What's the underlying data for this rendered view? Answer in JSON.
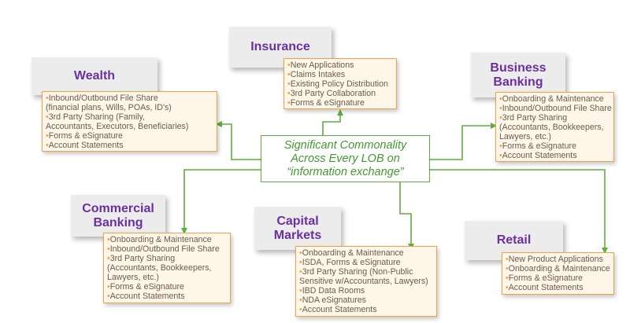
{
  "center": {
    "lines": [
      "Significant Commonality",
      "Across Every LOB on",
      "“information exchange”"
    ]
  },
  "wealth": {
    "title": "Wealth",
    "items": [
      "Inbound/Outbound File Share",
      "(financial plans, Wills, POAs, ID's)",
      "3rd Party Sharing (Family,",
      "Accountants, Executors, Beneficiaries)",
      "Forms & eSignature",
      "Account Statements"
    ],
    "bullets": [
      true,
      false,
      true,
      false,
      true,
      true
    ]
  },
  "insurance": {
    "title": "Insurance",
    "items": [
      "New Applications",
      "Claims Intakes",
      "Existing Policy Distribution",
      "3rd Party Collaboration",
      "Forms & eSignature"
    ],
    "bullets": [
      true,
      true,
      true,
      true,
      true
    ]
  },
  "business_banking": {
    "title_lines": [
      "Business",
      "Banking"
    ],
    "items": [
      "Onboarding & Maintenance",
      "Inbound/Outbound File Share",
      "3rd Party Sharing",
      "(Accountants, Bookkeepers,",
      "Lawyers, etc.)",
      "Forms & eSignature",
      "Account Statements"
    ],
    "bullets": [
      true,
      true,
      true,
      false,
      false,
      true,
      true
    ]
  },
  "commercial_banking": {
    "title_lines": [
      "Commercial",
      "Banking"
    ],
    "items": [
      "Onboarding & Maintenance",
      "Inbound/Outbound File Share",
      "3rd Party Sharing",
      "(Accountants, Bookkeepers,",
      "Lawyers, etc.)",
      "Forms & eSignature",
      "Account Statements"
    ],
    "bullets": [
      true,
      true,
      true,
      false,
      false,
      true,
      true
    ]
  },
  "capital_markets": {
    "title_lines": [
      "Capital",
      "Markets"
    ],
    "items": [
      "Onboarding & Maintenance",
      "ISDA, Forms & eSignature",
      "3rd Party Sharing (Non-Public",
      "Sensitive w/Accountants, Lawyers)",
      "IBD Data Rooms",
      "NDA eSignatures",
      "Account Statements"
    ],
    "bullets": [
      true,
      true,
      true,
      false,
      true,
      true,
      true
    ]
  },
  "retail": {
    "title": "Retail",
    "items": [
      "New Product Applications",
      "Onboarding & Maintenance",
      "Forms & eSignature",
      "Account Statements"
    ],
    "bullets": [
      true,
      true,
      true,
      true
    ]
  },
  "colors": {
    "title_text": "#6b2fa0",
    "item_border": "#f0a24a",
    "connector": "#5fae3d",
    "center_text": "#3f9a2e"
  }
}
